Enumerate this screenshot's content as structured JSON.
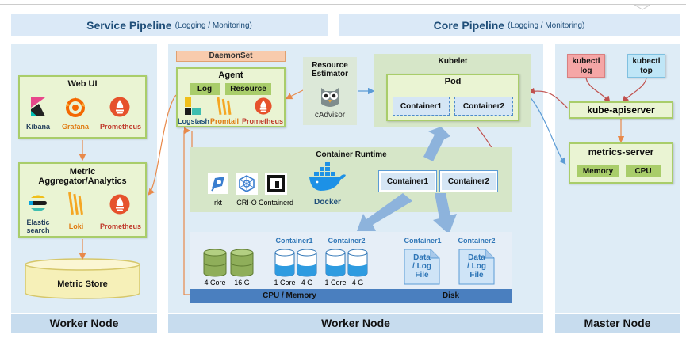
{
  "headers": {
    "service_pipeline": "Service Pipeline",
    "service_sub": "(Logging / Monitoring)",
    "core_pipeline": "Core Pipeline",
    "core_sub": "(Logging / Monitoring)"
  },
  "left_panel": {
    "web_ui": {
      "title": "Web UI",
      "items": [
        "Kibana",
        "Grafana",
        "Prometheus"
      ]
    },
    "aggregator": {
      "title_line1": "Metric",
      "title_line2": "Aggregator/Analytics",
      "items": [
        "Elastic",
        "search",
        "Loki",
        "Prometheus"
      ]
    },
    "metric_store": "Metric Store",
    "footer": "Worker Node"
  },
  "middle_panel": {
    "daemonset": "DaemonSet",
    "agent": {
      "title": "Agent",
      "tags": [
        "Log",
        "Resource"
      ],
      "items": [
        "Logstash",
        "Promtail",
        "Prometheus"
      ]
    },
    "resource_estimator": {
      "line1": "Resource",
      "line2": "Estimator",
      "item": "cAdvisor"
    },
    "kubelet": {
      "title": "Kubelet",
      "pod": "Pod",
      "containers": [
        "Container1",
        "Container2"
      ]
    },
    "container_runtime": {
      "title": "Container Runtime",
      "runtimes": [
        "rkt",
        "CRI-O",
        "Containerd",
        "Docker"
      ],
      "containers": [
        "Container1",
        "Container2"
      ]
    },
    "cpu_memory": {
      "label": "CPU / Memory",
      "container_labels": [
        "Container1",
        "Container2"
      ],
      "resources": [
        "4 Core",
        "16 G",
        "1 Core",
        "4 G",
        "1 Core",
        "4 G"
      ]
    },
    "disk": {
      "label": "Disk",
      "container_labels": [
        "Container1",
        "Container2"
      ],
      "files": [
        "Data",
        "/ Log",
        "File"
      ]
    },
    "footer": "Worker Node"
  },
  "right_panel": {
    "kubectl_log": {
      "line1": "kubectl",
      "line2": "log"
    },
    "kubectl_top": {
      "line1": "kubectl",
      "line2": "top"
    },
    "apiserver": "kube-apiserver",
    "metrics_server": {
      "title": "metrics-server",
      "tags": [
        "Memory",
        "CPU"
      ]
    },
    "footer": "Master Node"
  },
  "colors": {
    "green_border": "#a9cd6a",
    "green_fill": "#eaf4d3",
    "panel": "#deecf6",
    "blue_arrow": "#8db3dc",
    "orange_line": "#e8894a",
    "red_line": "#c0504d"
  }
}
